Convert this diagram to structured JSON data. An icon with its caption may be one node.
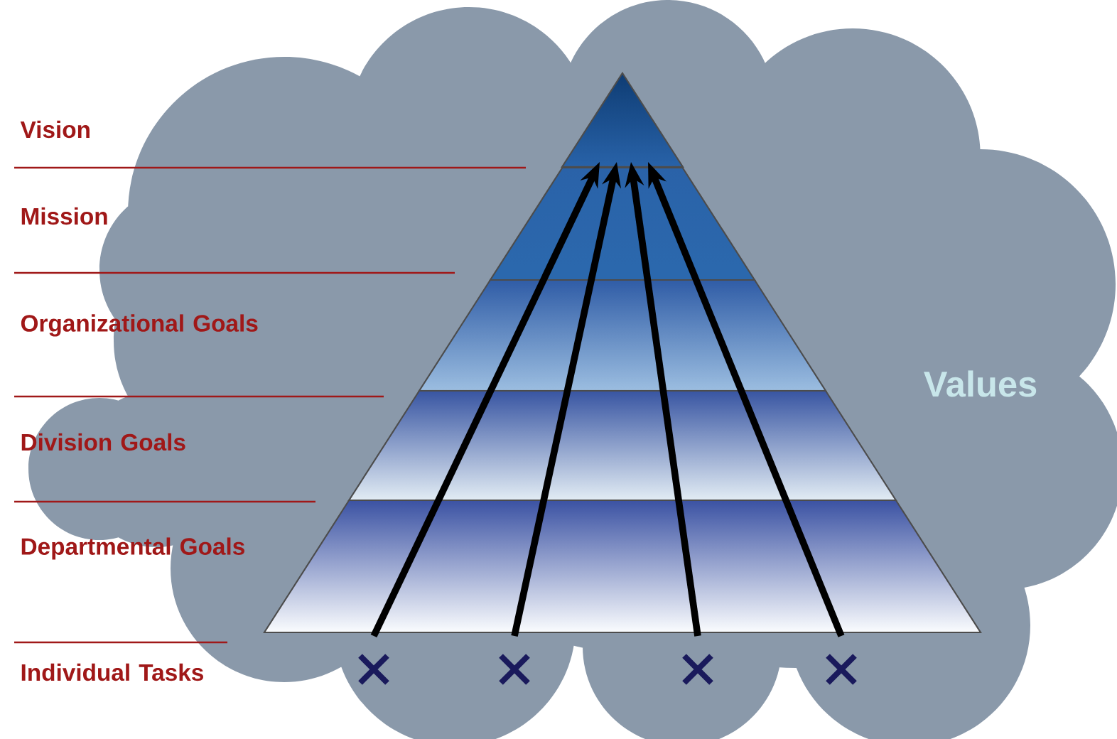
{
  "diagram": {
    "nodes": [
      {
        "text": [
          "Values"
        ]
      },
      {
        "text": [],
        "shape": "triangle",
        "in": 0
      },
      {
        "text": [],
        "shape": "cross",
        "in": 0
      },
      {
        "text": [],
        "shape": "cross",
        "in": 0
      },
      {
        "text": [],
        "shape": "cross",
        "in": 0
      },
      {
        "text": [],
        "shape": "cross",
        "in": 0
      }
    ],
    "edges": [
      {
        "from": 2,
        "to": 1,
        "arrow": "to"
      },
      {
        "from": 3,
        "to": 1,
        "arrow": "to"
      },
      {
        "from": 4,
        "to": 1,
        "arrow": "to"
      },
      {
        "from": 5,
        "to": 1,
        "arrow": "to"
      }
    ],
    "labels": [
      "Vision",
      "Mission",
      "Organizational Goals",
      "Division Goals",
      "Departmental Goals",
      "Individual Tasks"
    ]
  }
}
